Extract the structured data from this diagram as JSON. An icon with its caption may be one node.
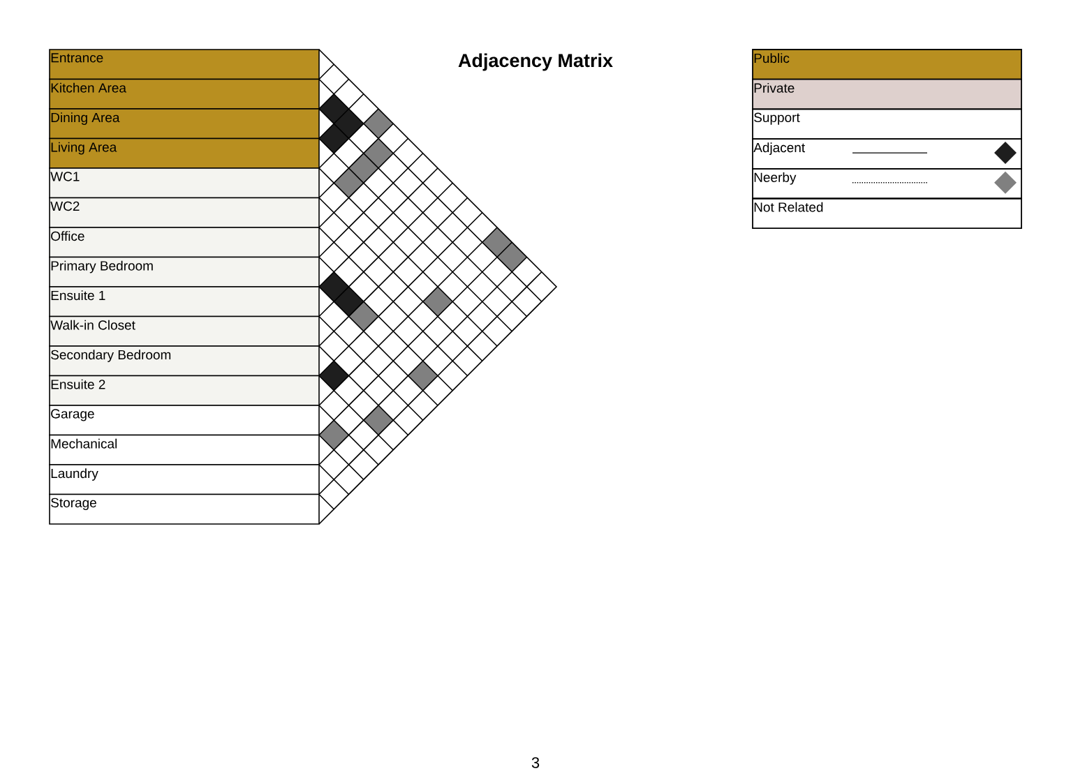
{
  "diagram": {
    "title": "Adjacency Matrix",
    "nodes": [
      {
        "text": [
          "Entrance"
        ]
      },
      {
        "text": [
          "Kitchen Area"
        ]
      },
      {
        "text": [
          "Dining Area"
        ]
      },
      {
        "text": [
          "Living Area"
        ]
      },
      {
        "text": [
          "WC1"
        ]
      },
      {
        "text": [
          "WC2"
        ]
      },
      {
        "text": [
          "Office"
        ]
      },
      {
        "text": [
          "Primary Bedroom"
        ]
      },
      {
        "text": [
          "Ensuite 1"
        ]
      },
      {
        "text": [
          "Walk-in Closet"
        ]
      },
      {
        "text": [
          "Secondary Bedroom"
        ]
      },
      {
        "text": [
          "Ensuite 2"
        ]
      },
      {
        "text": [
          "Garage"
        ]
      },
      {
        "text": [
          "Mechanical"
        ]
      },
      {
        "text": [
          "Laundry"
        ]
      },
      {
        "text": [
          "Storage"
        ]
      }
    ],
    "labels": [
      "3"
    ],
    "legend": [
      {
        "text": "Public",
        "color": "#b88f20"
      },
      {
        "text": "Private",
        "color": "#ded0cd"
      },
      {
        "text": "Support"
      },
      {
        "text": "Adjacent"
      },
      {
        "text": "Neerby"
      },
      {
        "text": "Not Related"
      }
    ]
  }
}
